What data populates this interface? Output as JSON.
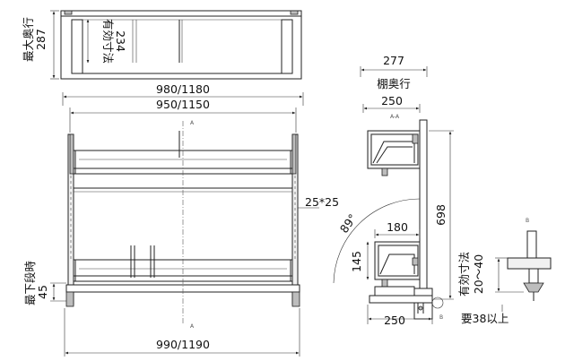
{
  "top_view": {
    "depth_label": "最大奥行",
    "depth_value": "287",
    "effective_label": "有効寸法",
    "effective_value": "234"
  },
  "front_view": {
    "outer_width": "980/1180",
    "inner_width": "950/1150",
    "bottom_width": "990/1190",
    "post_size": "25*25",
    "min_height_label": "最下段時",
    "min_height_value": "45",
    "section_mark_top": "A",
    "section_mark_bottom": "A"
  },
  "side_view": {
    "total_depth": "277",
    "shelf_depth_label": "棚奥行",
    "shelf_depth_value": "250",
    "section_title": "A-A",
    "height": "698",
    "angle": "89°",
    "lower_shelf_depth": "180",
    "lower_shelf_height": "145",
    "base_depth": "250",
    "detail_mark": "B"
  },
  "detail_view": {
    "detail_mark": "B",
    "effective_label": "有効寸法",
    "effective_range": "20～40",
    "required_label": "要38以上"
  }
}
